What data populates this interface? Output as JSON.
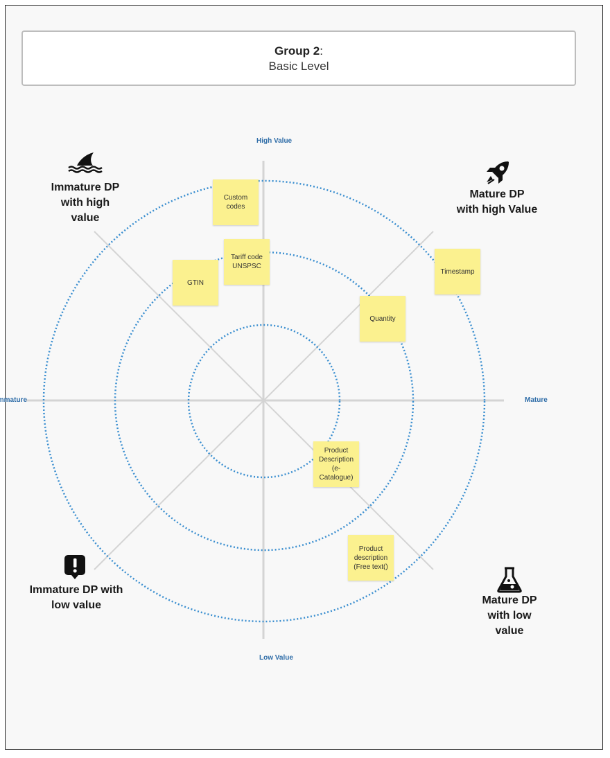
{
  "title": {
    "group": "Group 2",
    "colon": ":",
    "level": "Basic Level"
  },
  "axes": {
    "top": "High Value",
    "bottom": "Low Value",
    "left": "Immature",
    "right": "Mature"
  },
  "quadrants": {
    "top_left": {
      "line1": "Immature DP",
      "line2": "with high",
      "line3": "value",
      "icon": "shark-fin-icon"
    },
    "top_right": {
      "line1": "Mature DP",
      "line2": "with high Value",
      "icon": "rocket-icon"
    },
    "bottom_left": {
      "line1": "Immature DP with",
      "line2": "low value",
      "icon": "alert-icon"
    },
    "bottom_right": {
      "line1": "Mature DP",
      "line2": "with low",
      "line3": "value",
      "icon": "flask-icon"
    }
  },
  "stickies": {
    "custom_codes": "Custom codes",
    "tariff_code": "Tariff code UNSPSC",
    "gtin": "GTIN",
    "timestamp": "Timestamp",
    "quantity": "Quantity",
    "product_description_ecat": "Product Description (e-Catalogue)",
    "product_description_free": "Product description (Free text()"
  },
  "colors": {
    "ring": "#3b8fd0",
    "axis": "#d4d4d4",
    "sticky": "#fbf18f",
    "axis_label": "#2f6da8"
  }
}
